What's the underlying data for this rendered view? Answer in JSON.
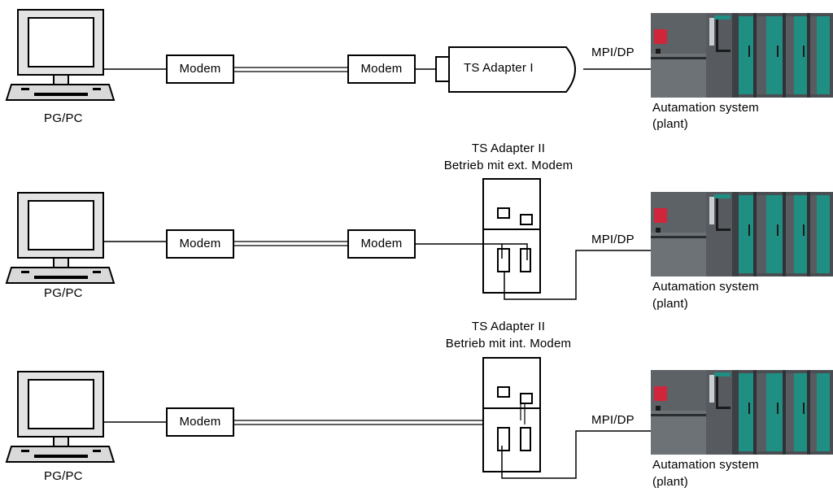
{
  "labels": {
    "pgpc": "PG/PC",
    "modem": "Modem",
    "ts_adapter_1": "TS Adapter I",
    "ts_adapter_2": "TS Adapter II",
    "mode_ext_modem": "Betrieb mit ext. Modem",
    "mode_int_modem": "Betrieb mit int. Modem",
    "mpi_dp": "MPI/DP",
    "automation_line1": "Autamation system",
    "automation_line2": "(plant)"
  },
  "colors": {
    "line": "#000000",
    "pc_body": "#e0e0e0",
    "pc_screen": "#ffffff",
    "plc_dark": "#4c5055",
    "plc_mid": "#6e7378",
    "plc_module": "#1f8e83",
    "plc_red": "#d0253b",
    "plc_light": "#c9ced2"
  },
  "icons": [
    "computer-icon",
    "modem-box",
    "ts-adapter-icon",
    "automation-system-icon"
  ]
}
